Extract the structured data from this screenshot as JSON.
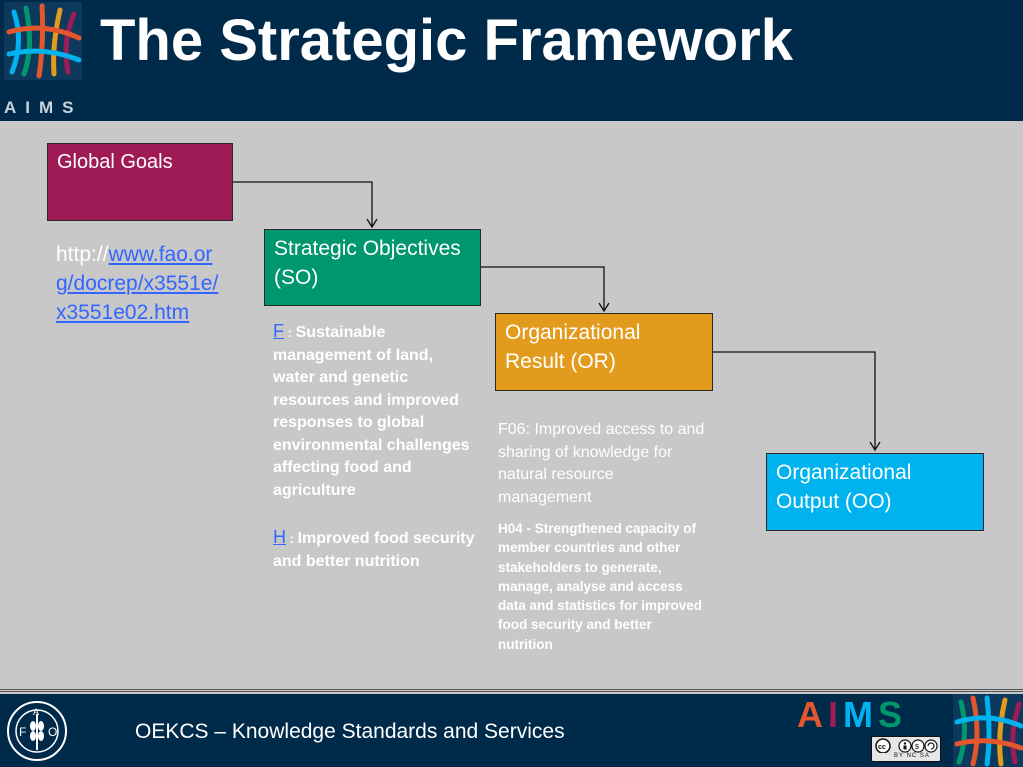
{
  "header": {
    "title": "The Strategic Framework",
    "brand": "AIMS"
  },
  "boxes": {
    "goals": "Global Goals",
    "so": "Strategic Objectives (SO)",
    "or": "Organizational Result (OR)",
    "oo": "Organizational Output (OO)"
  },
  "link": {
    "prefix": "http://",
    "text": "www.fao.org/docrep/x3551e/x3551e02.htm"
  },
  "so_items": [
    {
      "code": "F",
      "sep": " : ",
      "text": "Sustainable management of land, water and genetic resources and improved responses to global environmental challenges affecting food and agriculture"
    },
    {
      "code": "H",
      "sep": " : ",
      "text": "Improved food security and better nutrition"
    }
  ],
  "or_items": {
    "f06": "F06: Improved access to and sharing of knowledge for natural resource management",
    "h04": "H04 - Strengthened capacity of member countries and other stakeholders to generate, manage, analyse and access data and statistics for improved food security and better nutrition"
  },
  "footer": {
    "text": "OEKCS – Knowledge Standards and Services",
    "aims": {
      "a": "A",
      "i": "I",
      "m": "M",
      "s": "S"
    },
    "cc_label": "BY NC SA",
    "fao_letters": {
      "f": "F",
      "a": "A",
      "o": "O"
    }
  },
  "colors": {
    "header_bg": "#002a4a",
    "page_bg": "#c8c8c8",
    "goals": "#9e1b56",
    "so": "#00976e",
    "or": "#e39b1d",
    "oo": "#00b3ee",
    "link": "#3366ff"
  },
  "icons": [
    "aims-art-logo-icon",
    "fao-logo-icon",
    "cc-license-icon",
    "arrow-down-icon"
  ]
}
